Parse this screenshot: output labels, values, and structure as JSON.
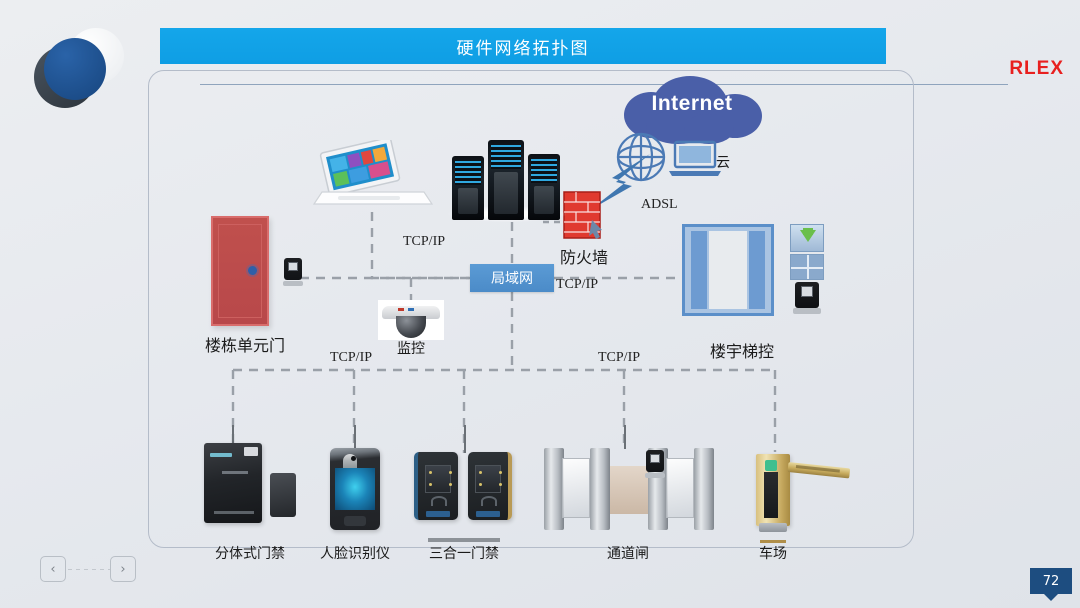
{
  "slide": {
    "title": "硬件网络拓扑图",
    "brand": "RLEX",
    "page_number": "72",
    "nav": {
      "prev": "‹",
      "next": "›"
    },
    "colors": {
      "banner_blue": "#0f9ee4",
      "brand_red": "#e8201f",
      "lan_blue": "#5b9bd5",
      "cloud_blue": "#4a5fa8",
      "door_red": "#c0504d",
      "badge_blue": "#1d4d80",
      "frame_border": "#b4bcc9",
      "background": "#e8eaee"
    }
  },
  "diagram": {
    "cloud": {
      "label": "Internet",
      "icon": "cloud-icon"
    },
    "globe": {
      "icon": "globe-icon"
    },
    "cloud_laptop": {
      "icon": "laptop-icon",
      "label": "云"
    },
    "bolt": {
      "icon": "lightning-bolt-icon",
      "label": "ADSL"
    },
    "firewall": {
      "label": "防火墙",
      "icon": "firewall-brick-icon"
    },
    "server": {
      "icon": "server-rack-icon"
    },
    "laptop": {
      "icon": "laptop-icon"
    },
    "lan": {
      "label": "局域网"
    },
    "door": {
      "label": "楼栋单元门",
      "icon": "door-icon"
    },
    "door_reader": {
      "icon": "card-reader-icon"
    },
    "camera": {
      "label": "监控",
      "icon": "dome-camera-icon"
    },
    "elevator": {
      "label": "楼宇梯控",
      "icon": "elevator-icon"
    },
    "elevator_arrow": {
      "icon": "down-arrow-icon"
    },
    "elevator_floor": {
      "icon": "floor-display-icon"
    },
    "elevator_reader": {
      "icon": "card-reader-icon"
    },
    "links": [
      {
        "label": "TCP/IP",
        "from": "laptop",
        "to": "lan"
      },
      {
        "label": "TCP/IP",
        "from": "lan",
        "to": "elevator"
      },
      {
        "label": "TCP/IP",
        "from": "lan",
        "to": "bottom-bus-left"
      },
      {
        "label": "TCP/IP",
        "from": "lan",
        "to": "bottom-bus-right"
      }
    ],
    "devices": [
      {
        "label": "分体式门禁",
        "icon": "split-access-control-icon"
      },
      {
        "label": "人脸识别仪",
        "icon": "face-recognition-icon"
      },
      {
        "label": "三合一门禁",
        "icon": "three-in-one-access-icon"
      },
      {
        "label": "通道闸",
        "icon": "turnstile-gate-icon"
      },
      {
        "label": "车场",
        "icon": "parking-barrier-icon"
      }
    ]
  }
}
